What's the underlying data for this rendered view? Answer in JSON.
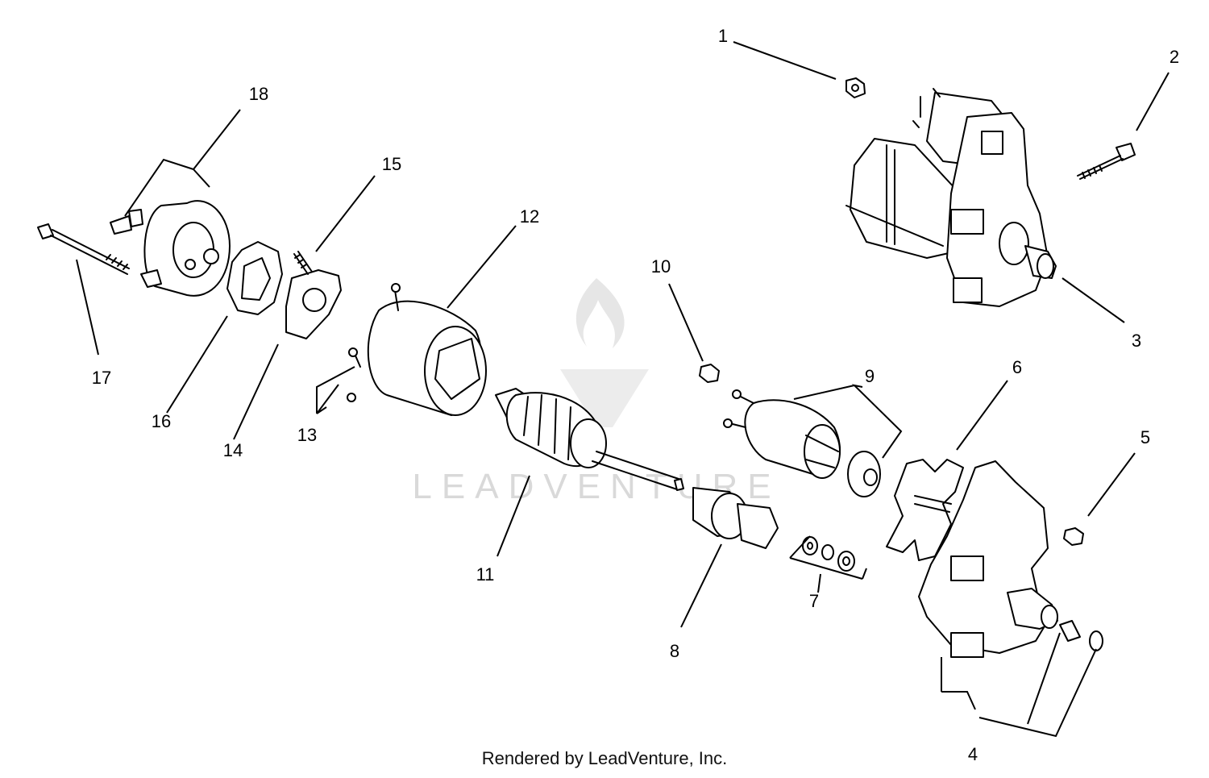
{
  "watermark": {
    "text": "LEADVENTURE"
  },
  "footer": {
    "text": "Rendered by LeadVenture, Inc."
  },
  "callouts": [
    "1",
    "2",
    "3",
    "4",
    "5",
    "6",
    "7",
    "8",
    "9",
    "10",
    "11",
    "12",
    "13",
    "14",
    "15",
    "16",
    "17",
    "18"
  ]
}
